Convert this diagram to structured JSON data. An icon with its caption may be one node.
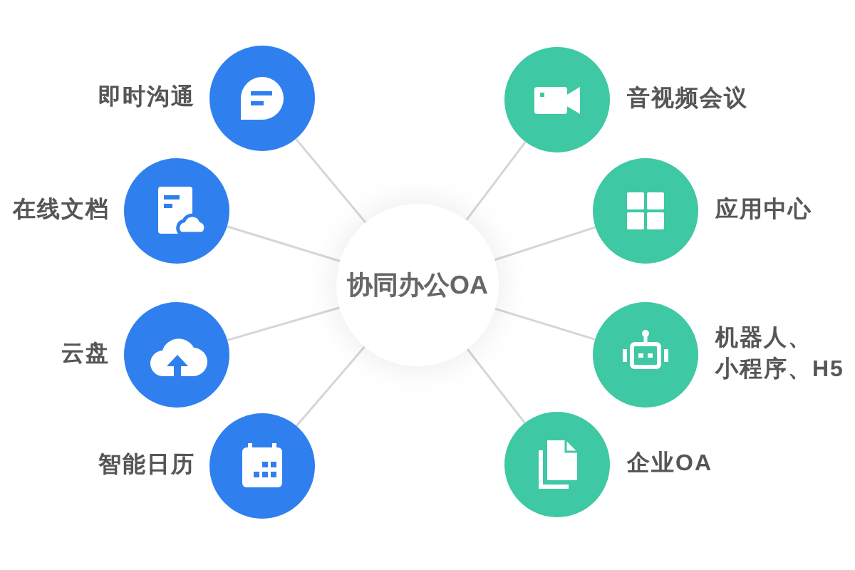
{
  "diagram": {
    "nodes": [
      {
        "text": [
          "协同办公OA"
        ]
      },
      {
        "text": [
          "即时沟通"
        ]
      },
      {
        "text": [
          "在线文档"
        ]
      },
      {
        "text": [
          "云盘"
        ]
      },
      {
        "text": [
          "智能日历"
        ]
      },
      {
        "text": [
          "音视频会议"
        ]
      },
      {
        "text": [
          "应用中心"
        ]
      },
      {
        "text": [
          "机器人、小程序、H5"
        ]
      },
      {
        "text": [
          "企业OA"
        ]
      }
    ],
    "edges": [
      {
        "from": 0,
        "to": 1,
        "arrow": "none"
      },
      {
        "from": 0,
        "to": 2,
        "arrow": "none"
      },
      {
        "from": 0,
        "to": 3,
        "arrow": "none"
      },
      {
        "from": 0,
        "to": 4,
        "arrow": "none"
      },
      {
        "from": 0,
        "to": 5,
        "arrow": "none"
      },
      {
        "from": 0,
        "to": 6,
        "arrow": "none"
      },
      {
        "from": 0,
        "to": 7,
        "arrow": "none"
      },
      {
        "from": 0,
        "to": 8,
        "arrow": "none"
      }
    ]
  }
}
